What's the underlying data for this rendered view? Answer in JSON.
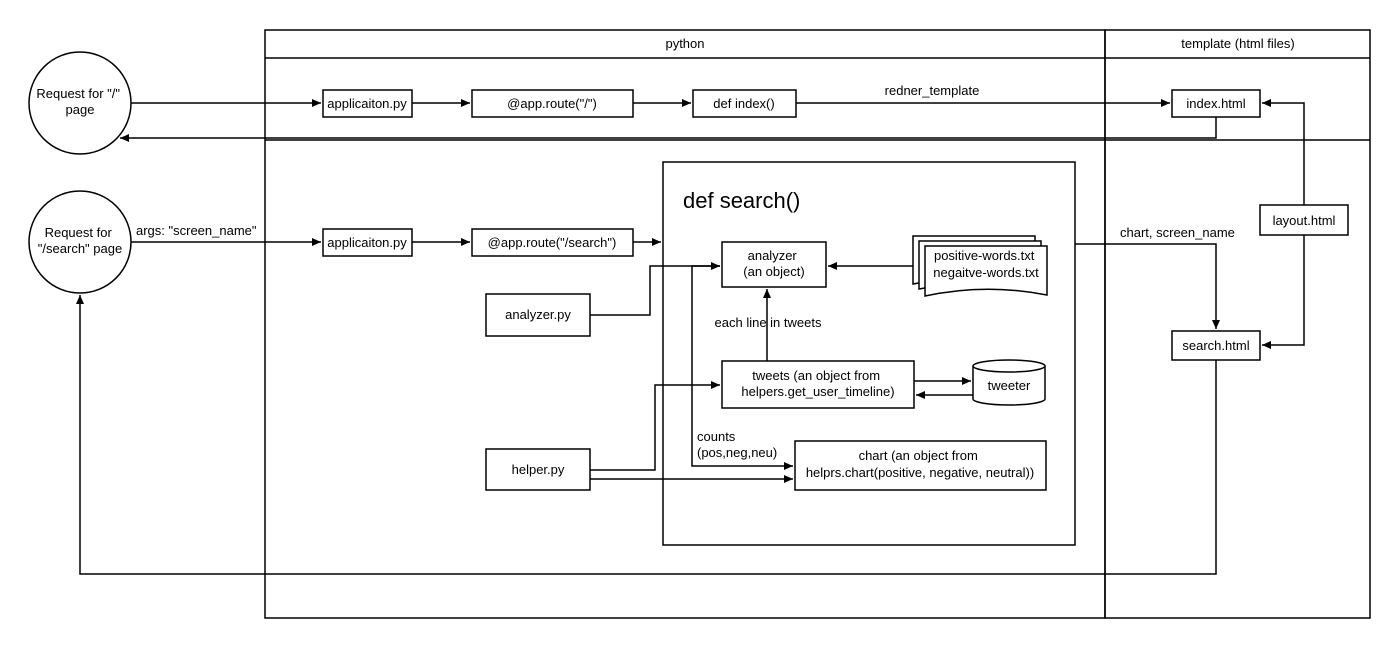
{
  "swimlanes": {
    "python": "python",
    "template": "template (html files)"
  },
  "actors": {
    "request_root": [
      "Request for \"/\"",
      "page"
    ],
    "request_search": [
      "Request for",
      "\"/search\" page"
    ]
  },
  "nodes": {
    "app_py_1": "applicaiton.py",
    "route_root": "@app.route(\"/\")",
    "def_index": "def index()",
    "index_html": "index.html",
    "app_py_2": "applicaiton.py",
    "route_search": "@app.route(\"/search\")",
    "search_title": "def search()",
    "analyzer": [
      "analyzer",
      "(an object)"
    ],
    "word_files": [
      "positive-words.txt",
      "negaitve-words.txt"
    ],
    "analyzer_py": "analyzer.py",
    "tweets": [
      "tweets (an object from",
      "helpers.get_user_timeline)"
    ],
    "tweeter_db": "tweeter",
    "helper_py": "helper.py",
    "chart": [
      "chart (an object from",
      "helprs.chart(positive, negative, neutral))"
    ],
    "layout_html": "layout.html",
    "search_html": "search.html"
  },
  "edge_labels": {
    "render_template": "redner_template",
    "args": "args: \"screen_name\"",
    "each_line": "each line in tweets",
    "counts": [
      "counts",
      "(pos,neg,neu)"
    ],
    "chart_screen_name": "chart, screen_name"
  }
}
